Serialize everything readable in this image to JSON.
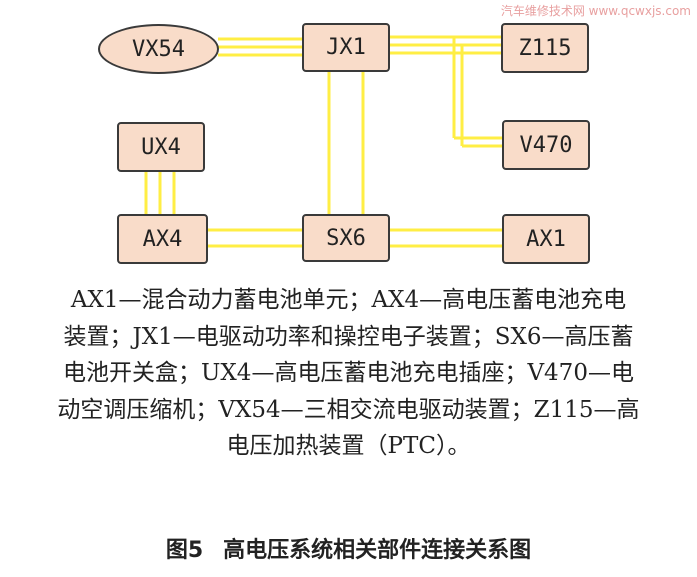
{
  "watermark": "汽车维修技术网 www.qcwxjs.com",
  "nodes": {
    "vx54": "VX54",
    "jx1": "JX1",
    "z115": "Z115",
    "v470": "V470",
    "ux4": "UX4",
    "ax4": "AX4",
    "sx6": "SX6",
    "ax1": "AX1"
  },
  "colors": {
    "wire": "#ffee44",
    "box_fill": "#f9dcc9",
    "box_border": "#3a3a3a"
  },
  "caption": {
    "lines": [
      "AX1—混合动力蓄电池单元；AX4—高电压蓄电池充电",
      "装置；JX1—电驱动功率和操控电子装置；SX6—高压蓄",
      "电池开关盒；UX4—高电压蓄电池充电插座；V470—电",
      "动空调压缩机；VX54—三相交流电驱动装置；Z115—高",
      "电压加热装置（PTC）。"
    ]
  },
  "figure": {
    "label": "图5",
    "title": "高电压系统相关部件连接关系图"
  }
}
